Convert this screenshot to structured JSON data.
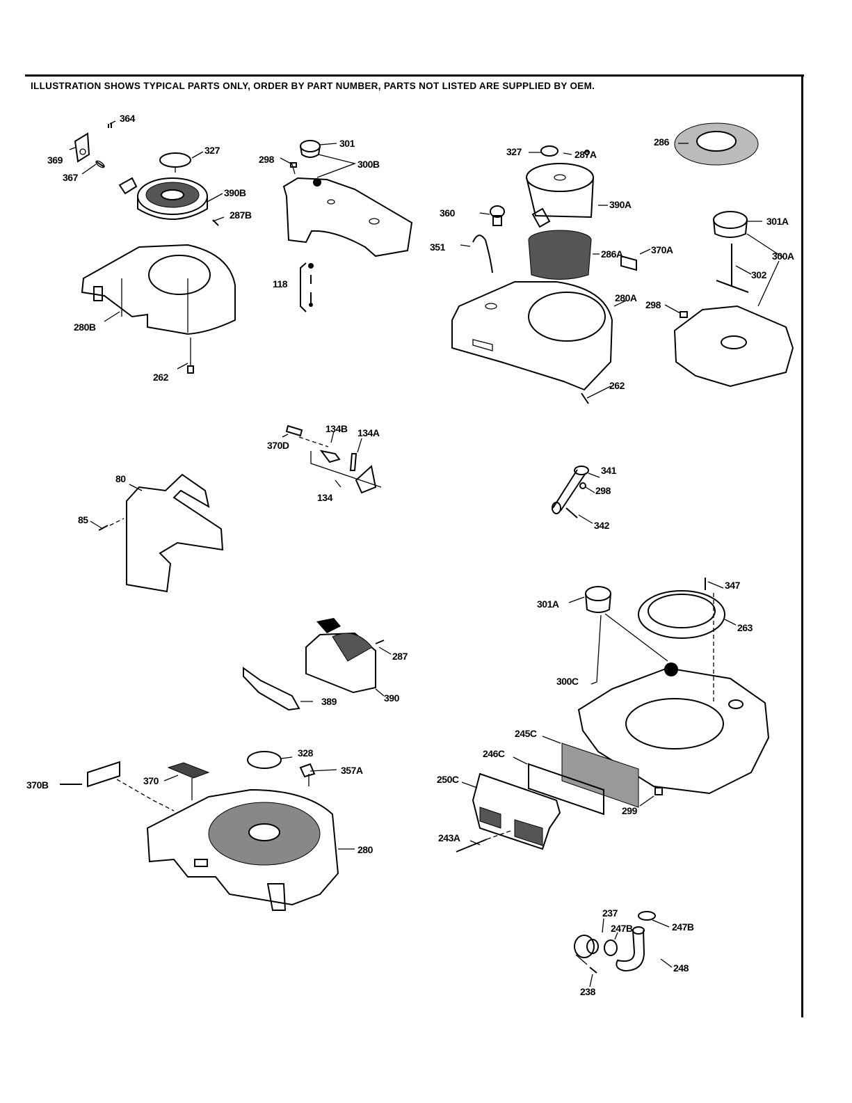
{
  "header": {
    "notice": "ILLUSTRATION SHOWS TYPICAL PARTS ONLY, ORDER BY PART NUMBER, PARTS NOT LISTED ARE SUPPLIED BY OEM."
  },
  "callouts": {
    "p364": "364",
    "p369": "369",
    "p367": "367",
    "p327a": "327",
    "p390b": "390B",
    "p287b": "287B",
    "p280b": "280B",
    "p262a": "262",
    "p301": "301",
    "p298a": "298",
    "p300b": "300B",
    "p118": "118",
    "p327b": "327",
    "p287a": "287A",
    "p286": "286",
    "p360": "360",
    "p390a": "390A",
    "p351": "351",
    "p286a": "286A",
    "p370a": "370A",
    "p280a": "280A",
    "p262b": "262",
    "p301a_top": "301A",
    "p300a": "300A",
    "p302": "302",
    "p298b": "298",
    "p370d": "370D",
    "p134b": "134B",
    "p134a": "134A",
    "p134": "134",
    "p341": "341",
    "p298c": "298",
    "p342": "342",
    "p80": "80",
    "p85": "85",
    "p347": "347",
    "p301a_mid": "301A",
    "p263": "263",
    "p300c": "300C",
    "p287": "287",
    "p390": "390",
    "p389": "389",
    "p245c": "245C",
    "p246c": "246C",
    "p250c": "250C",
    "p299": "299",
    "p243a": "243A",
    "p370b": "370B",
    "p370": "370",
    "p328": "328",
    "p357a": "357A",
    "p280": "280",
    "p237": "237",
    "p247b_a": "247B",
    "p247b_b": "247B",
    "p248": "248",
    "p238": "238"
  }
}
